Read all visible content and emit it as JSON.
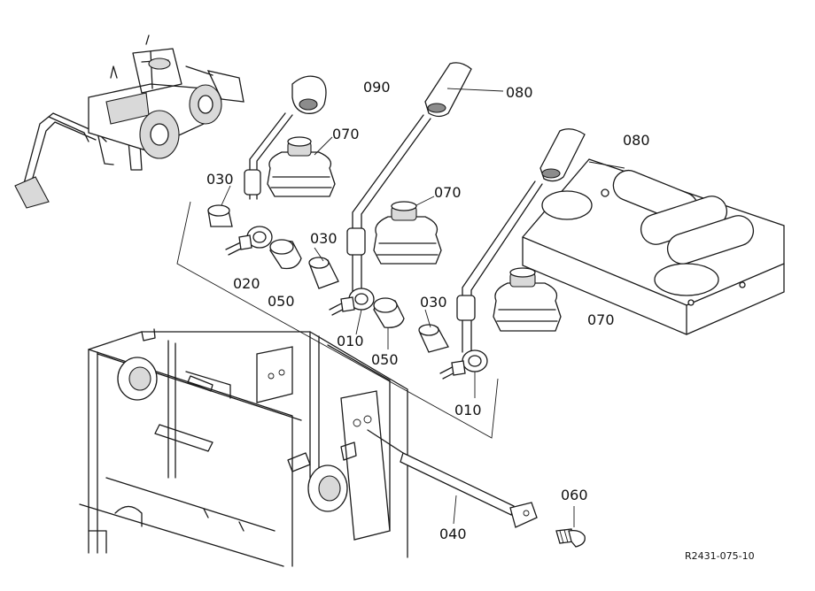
{
  "callouts": [
    {
      "id": "c-090",
      "text": "090"
    },
    {
      "id": "c-080a",
      "text": "080"
    },
    {
      "id": "c-070a",
      "text": "070"
    },
    {
      "id": "c-080b",
      "text": "080"
    },
    {
      "id": "c-030a",
      "text": "030"
    },
    {
      "id": "c-070b",
      "text": "070"
    },
    {
      "id": "c-030b",
      "text": "030"
    },
    {
      "id": "c-020",
      "text": "020"
    },
    {
      "id": "c-050a",
      "text": "050"
    },
    {
      "id": "c-070c",
      "text": "070"
    },
    {
      "id": "c-030c",
      "text": "030"
    },
    {
      "id": "c-010a",
      "text": "010"
    },
    {
      "id": "c-050b",
      "text": "050"
    },
    {
      "id": "c-010b",
      "text": "010"
    },
    {
      "id": "c-060",
      "text": "060"
    },
    {
      "id": "c-040",
      "text": "040"
    }
  ],
  "reference_code": "R2431-075-10"
}
